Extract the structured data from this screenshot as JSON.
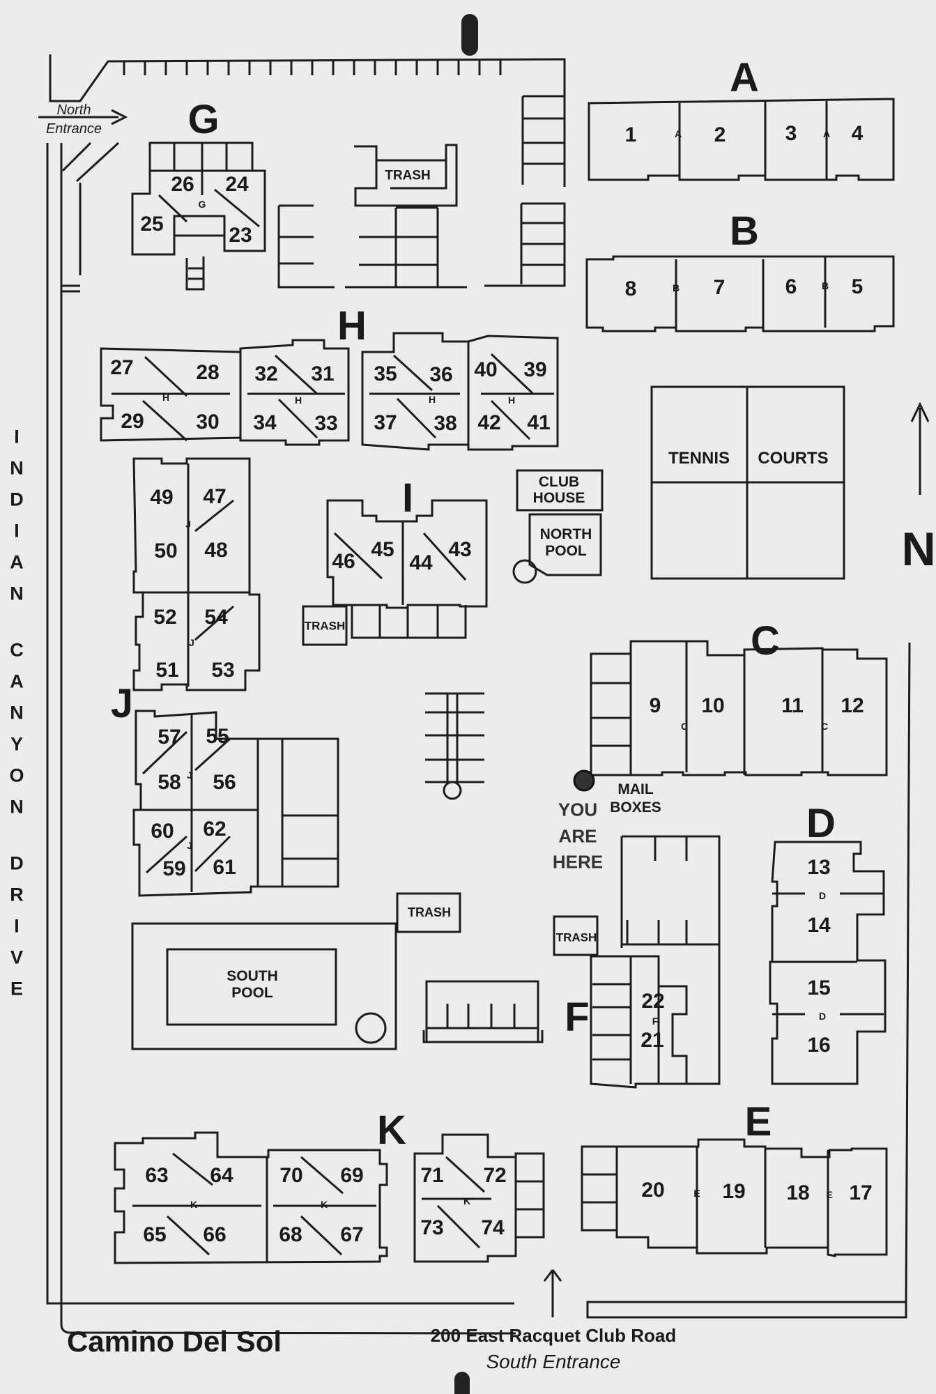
{
  "map": {
    "property_name": "Camino Del Sol",
    "street_name": "INDIAN CANYON DRIVE",
    "north_marker": "N",
    "north_entrance": {
      "line1": "North",
      "line2": "Entrance"
    },
    "south_address": "200 East Racquet Club Road",
    "south_entrance": "South Entrance",
    "you_are_here": "YOU ARE HERE",
    "mailboxes": "MAIL BOXES",
    "club_house": "CLUB HOUSE",
    "north_pool": "NORTH POOL",
    "south_pool": "SOUTH POOL",
    "tennis": "TENNIS",
    "courts": "COURTS",
    "trash": "TRASH",
    "you_are_here_color": "#2a2a2a",
    "buildings": [
      {
        "letter": "A",
        "units": [
          "1",
          "2",
          "3",
          "4"
        ]
      },
      {
        "letter": "B",
        "units": [
          "8",
          "7",
          "6",
          "5"
        ]
      },
      {
        "letter": "C",
        "units": [
          "9",
          "10",
          "11",
          "12"
        ]
      },
      {
        "letter": "D",
        "units": [
          "13",
          "14",
          "15",
          "16"
        ]
      },
      {
        "letter": "E",
        "units": [
          "20",
          "19",
          "18",
          "17"
        ]
      },
      {
        "letter": "F",
        "units": [
          "22",
          "21"
        ]
      },
      {
        "letter": "G",
        "units": [
          "26",
          "24",
          "25",
          "23"
        ]
      },
      {
        "letter": "H",
        "units": [
          "27",
          "28",
          "29",
          "30",
          "32",
          "31",
          "34",
          "33",
          "35",
          "36",
          "37",
          "38",
          "40",
          "39",
          "42",
          "41"
        ]
      },
      {
        "letter": "I",
        "units": [
          "46",
          "45",
          "44",
          "43"
        ]
      },
      {
        "letter": "J",
        "units": [
          "49",
          "47",
          "50",
          "48",
          "52",
          "54",
          "51",
          "53",
          "57",
          "55",
          "58",
          "56",
          "60",
          "62",
          "59",
          "61"
        ]
      },
      {
        "letter": "K",
        "units": [
          "63",
          "64",
          "65",
          "66",
          "70",
          "69",
          "68",
          "67",
          "71",
          "72",
          "73",
          "74"
        ]
      }
    ]
  }
}
